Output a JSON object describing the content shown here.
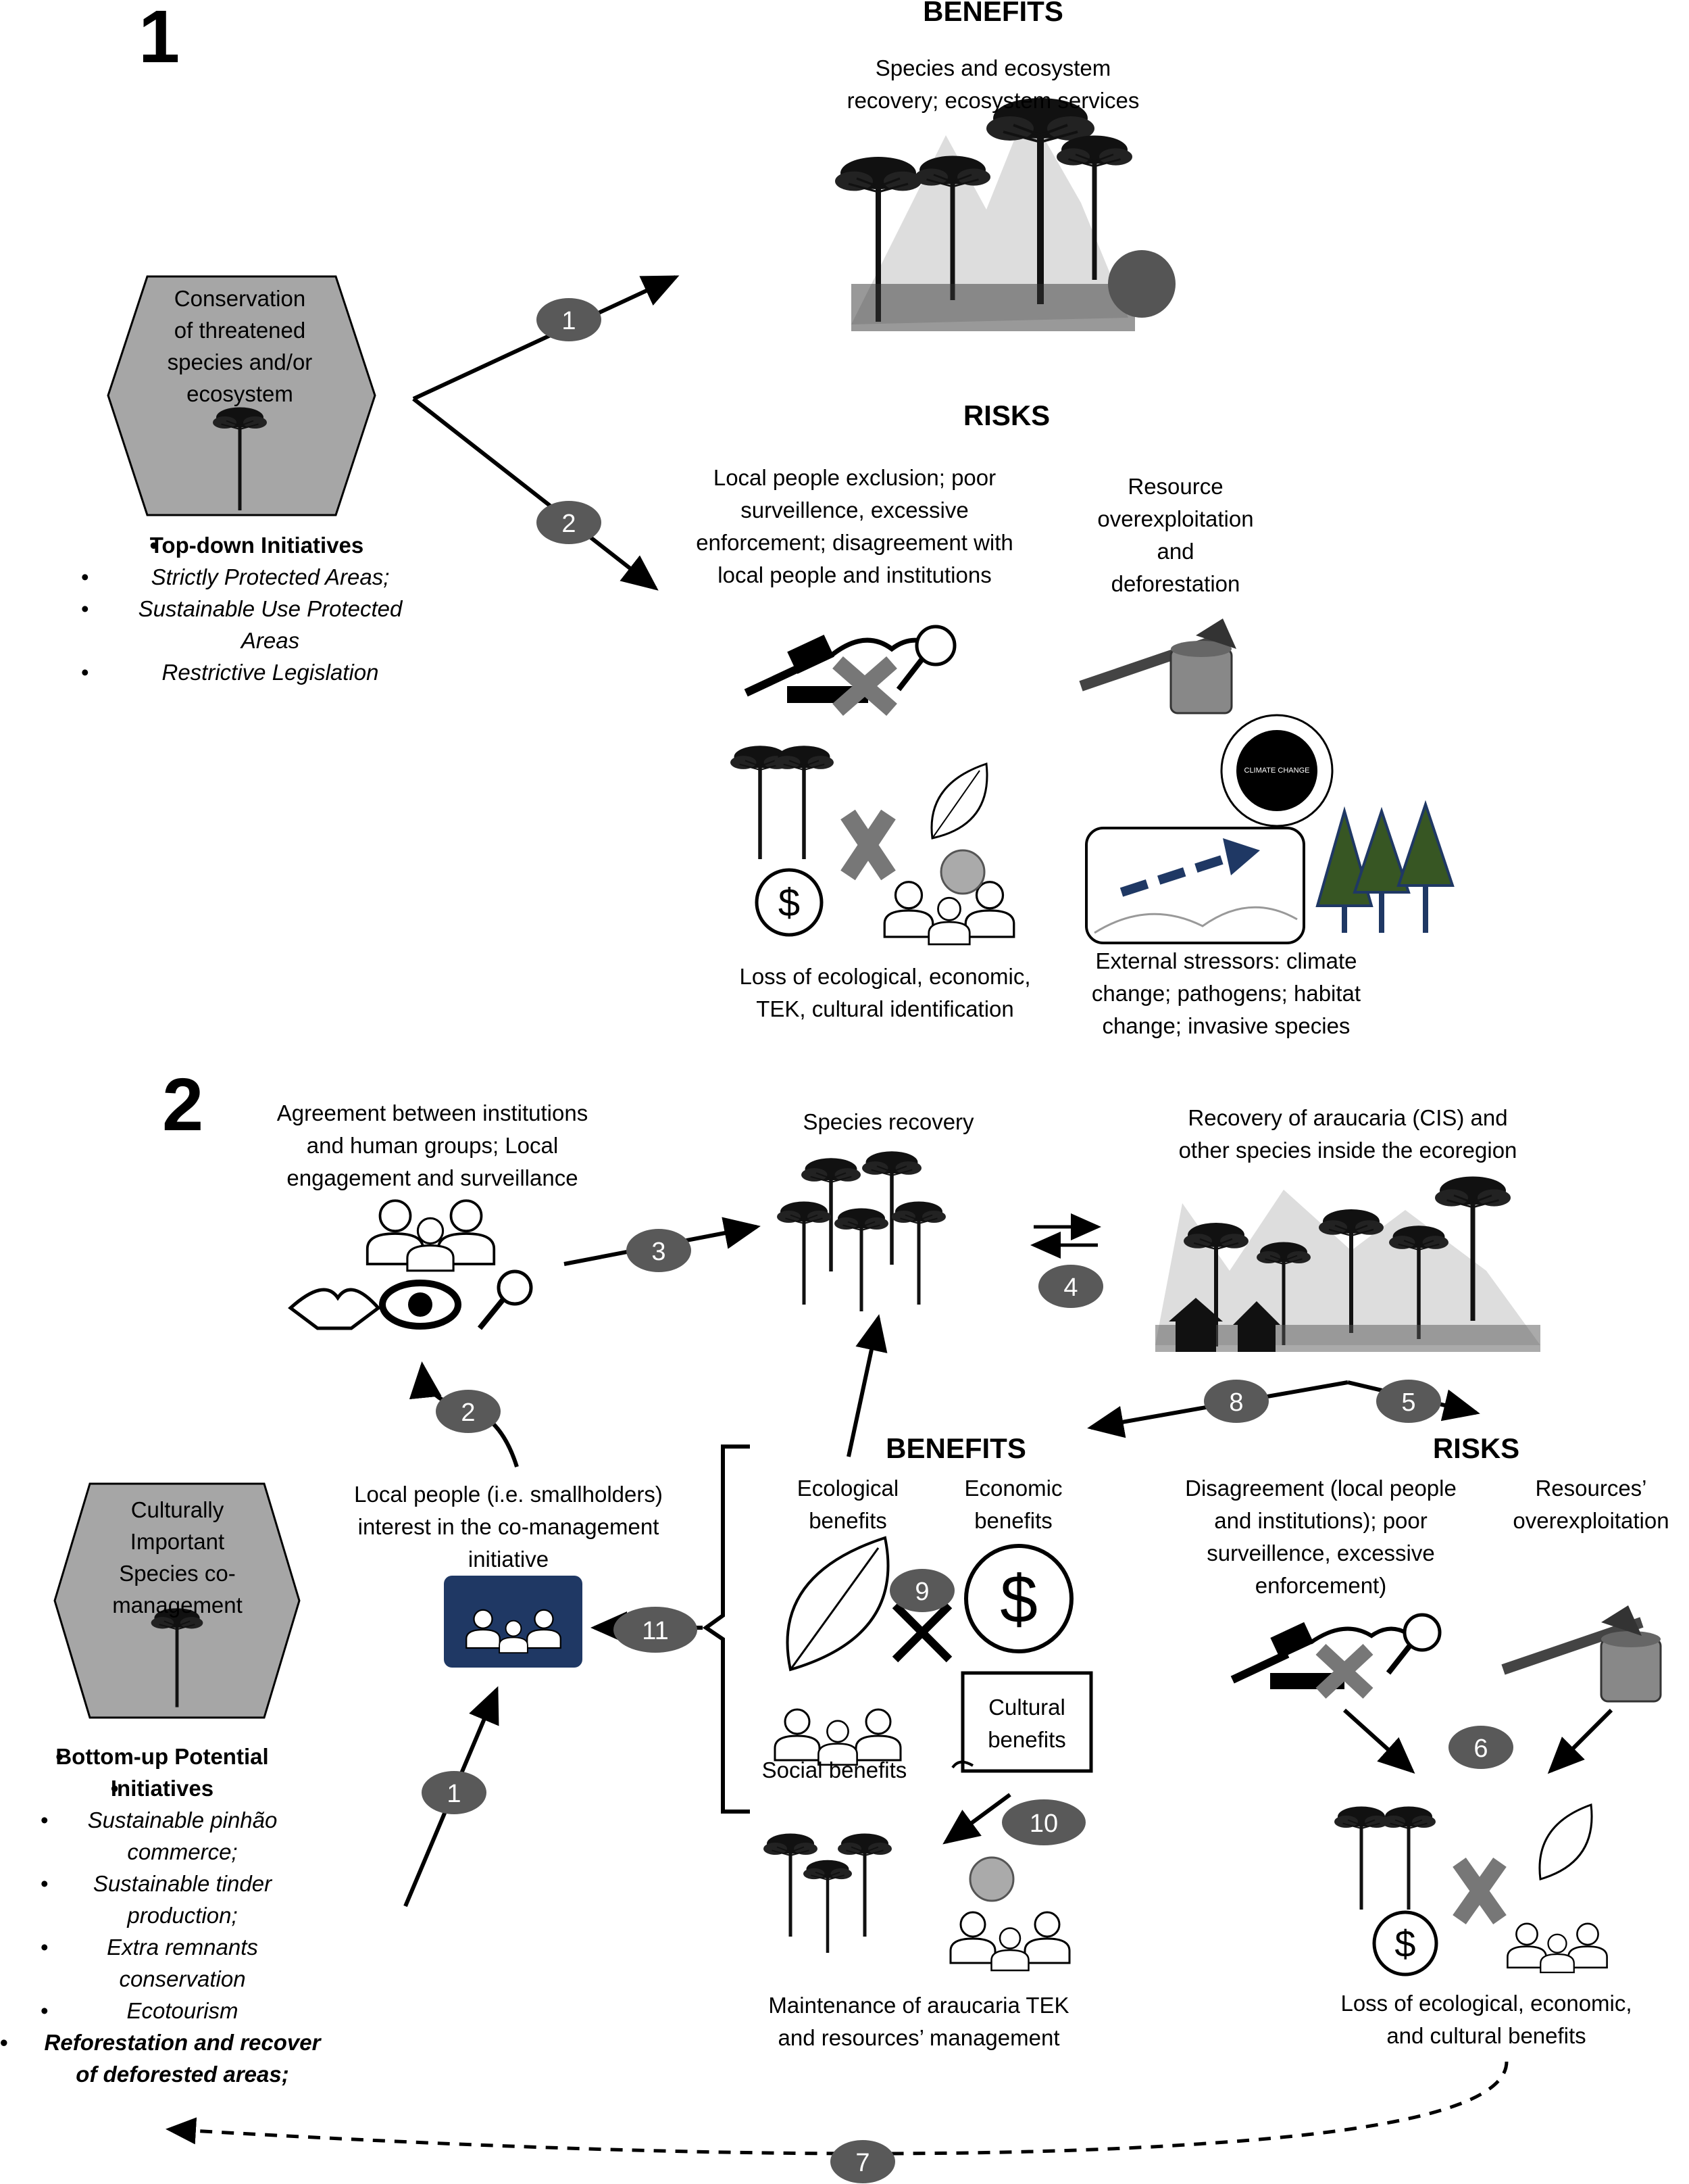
{
  "panel1": {
    "number": "1",
    "benefits_heading": "BENEFITS",
    "benefits_text": [
      "Species and ecosystem",
      "recovery; ecosystem services"
    ],
    "hexagon_text": [
      "Conservation",
      "of threatened",
      "species and/or",
      "ecosystem"
    ],
    "initiatives_title": "Top-down Initiatives",
    "initiatives": [
      "Strictly Protected Areas;",
      "Sustainable Use Protected",
      "Areas",
      "Restrictive Legislation"
    ],
    "risks_heading": "RISKS",
    "risk_social": [
      "Local people exclusion; poor",
      "surveillence, excessive",
      "enforcement; disagreement with",
      "local people and institutions"
    ],
    "risk_resource": [
      "Resource",
      "overexploitation",
      "and",
      "deforestation"
    ],
    "loss_text": [
      "Loss of ecological, economic,",
      "TEK, cultural identification"
    ],
    "stressors_text": [
      "External stressors: climate",
      "change; pathogens; habitat",
      "change; invasive species"
    ],
    "climate_badge": "CLIMATE CHANGE",
    "arrow_labels": [
      "1",
      "2"
    ]
  },
  "panel2": {
    "number": "2",
    "agreement_text": [
      "Agreement between institutions",
      "and human groups; Local",
      "engagement and surveillance"
    ],
    "species_recovery": "Species recovery",
    "araucaria_recovery": [
      "Recovery of araucaria (CIS) and",
      "other species inside the ecoregion"
    ],
    "local_people": [
      "Local people (i.e. smallholders)",
      "interest in the co-management",
      "initiative"
    ],
    "hexagon_text": [
      "Culturally",
      "Important",
      "Species co-",
      "management"
    ],
    "initiatives_title": [
      "Bottom-up Potential",
      "Initiatives"
    ],
    "initiatives": [
      "Sustainable pinhão",
      "commerce;",
      "Sustainable tinder",
      "production;",
      "Extra remnants",
      "conservation",
      "Ecotourism"
    ],
    "initiative_bold": [
      "Reforestation and recover",
      "of deforested areas;"
    ],
    "benefits_heading": "BENEFITS",
    "ecological": [
      "Ecological",
      "benefits"
    ],
    "economic": [
      "Economic",
      "benefits"
    ],
    "cultural": [
      "Cultural",
      "benefits"
    ],
    "social": "Social benefits",
    "maintenance": [
      "Maintenance of araucaria TEK",
      "and resources’ management"
    ],
    "risks_heading": "RISKS",
    "risk_disagreement": [
      "Disagreement (local people",
      "and institutions); poor",
      "surveillence, excessive",
      "enforcement)"
    ],
    "risk_resources": [
      "Resources’",
      "overexploitation"
    ],
    "loss_text": [
      "Loss of ecological, economic,",
      "and cultural benefits"
    ],
    "arrow_labels": [
      "1",
      "2",
      "3",
      "4",
      "5",
      "6",
      "7",
      "8",
      "9",
      "10",
      "11"
    ]
  },
  "colors": {
    "hexagon_fill": "#a6a6a6",
    "badge_fill": "#595959",
    "group_icon_bg": "#1f3864",
    "arrow_dark": "#1f3864",
    "conifer": "#375623",
    "tree_dark": "#111111"
  }
}
